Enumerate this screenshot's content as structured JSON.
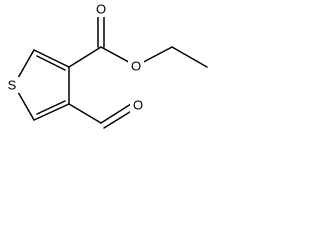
{
  "atoms": {
    "sulfur": "S",
    "ester_carbonyl_oxygen": "O",
    "ester_ether_oxygen": "O",
    "aldehyde_oxygen": "O"
  },
  "colors": {
    "bond": "#000000",
    "label": "#000000",
    "background": "#ffffff"
  }
}
